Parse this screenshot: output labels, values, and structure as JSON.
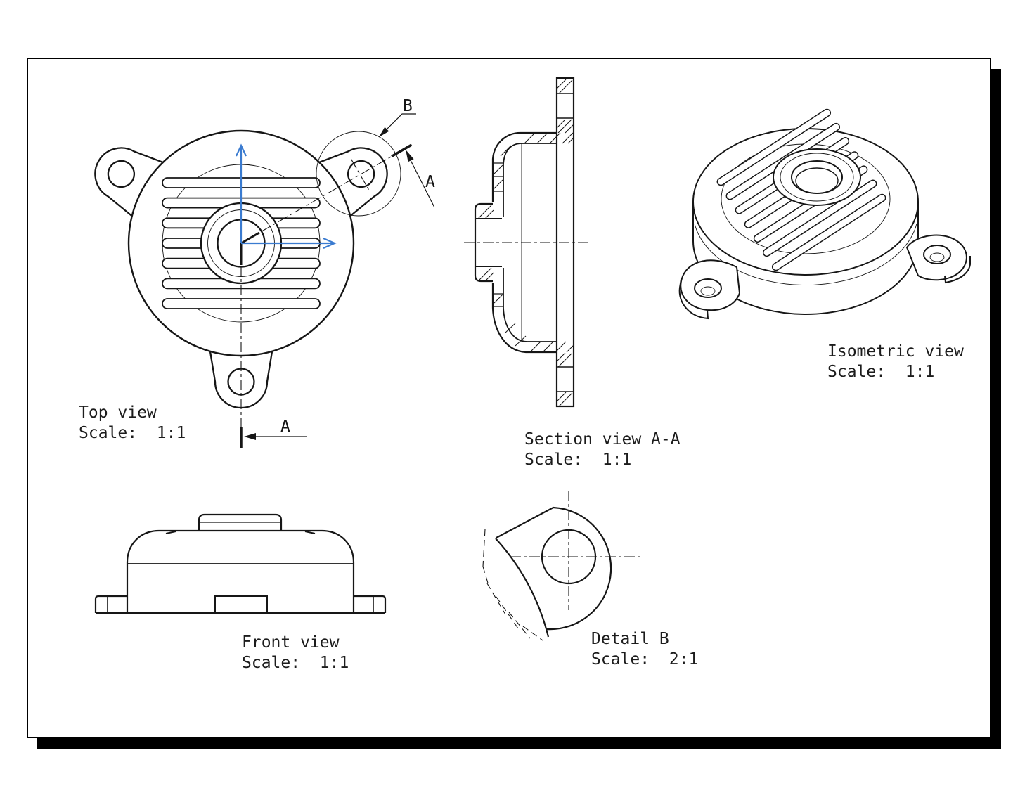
{
  "page": {
    "background": "#ffffff",
    "border_color": "#000000",
    "shadow_color": "#000000"
  },
  "colors": {
    "line": "#161616",
    "axis_blue": "#3a7bd0",
    "text": "#1c1c1c"
  },
  "views": {
    "top": {
      "title": "Top view",
      "scale": "Scale:  1:1"
    },
    "section": {
      "title": "Section view A-A",
      "scale": "Scale:  1:1"
    },
    "isometric": {
      "title": "Isometric view",
      "scale": "Scale:  1:1"
    },
    "front": {
      "title": "Front view",
      "scale": "Scale:  1:1"
    },
    "detail": {
      "title": "Detail B",
      "scale": "Scale:  2:1"
    }
  },
  "markers": {
    "section_letter": "A",
    "detail_letter": "B"
  }
}
